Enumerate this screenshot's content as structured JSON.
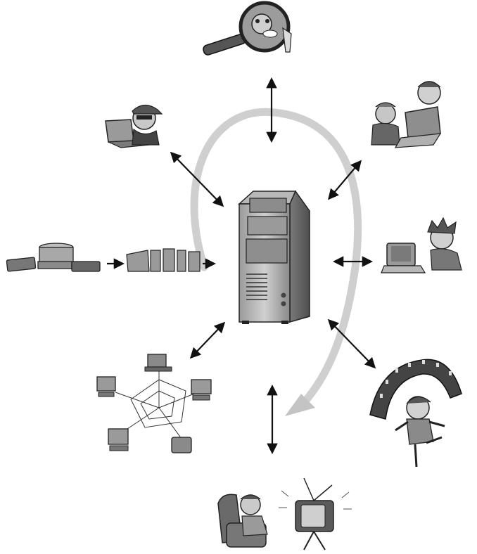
{
  "diagram": {
    "hub": "server-tower",
    "nodes": [
      {
        "id": "search",
        "icon": "magnifier-icon",
        "arrow": "bidirectional"
      },
      {
        "id": "remote-user",
        "icon": "hacker-laptop-icon",
        "arrow": "bidirectional"
      },
      {
        "id": "collaborators",
        "icon": "kids-laptop-icon",
        "arrow": "bidirectional"
      },
      {
        "id": "digitization",
        "icon": "media-digitize-icon",
        "arrow": "inbound"
      },
      {
        "id": "desktop-user",
        "icon": "boy-desktop-icon",
        "arrow": "bidirectional"
      },
      {
        "id": "network",
        "icon": "network-web-icon",
        "arrow": "bidirectional"
      },
      {
        "id": "video",
        "icon": "film-strip-icon",
        "arrow": "bidirectional"
      },
      {
        "id": "broadcast",
        "icon": "tv-viewer-icon",
        "arrow": "bidirectional"
      }
    ],
    "cycle": {
      "color": "#c8c8c8",
      "arrow_color": "#c0c0c0"
    },
    "colors": {
      "ink": "#111111",
      "metal_dark": "#6f6f6f",
      "metal": "#a9a9a9",
      "metal_light": "#d6d6d6"
    }
  }
}
